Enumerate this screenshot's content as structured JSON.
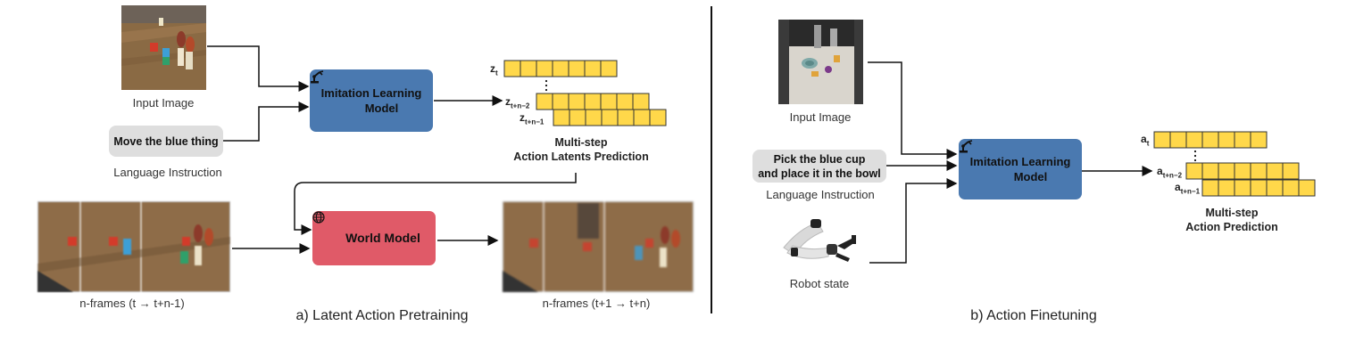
{
  "panel_a": {
    "input_image_label": "Input Image",
    "instruction_text": "Move the blue thing",
    "language_label": "Language Instruction",
    "model_line1": "Imitation Learning",
    "model_line2": "Model",
    "latent_row_top": "z",
    "latent_row_top_sub": "t",
    "latent_row_mid": "z",
    "latent_row_mid_sub": "t+n−2",
    "latent_row_bot": "z",
    "latent_row_bot_sub": "t+n−1",
    "latents_title_1": "Multi-step",
    "latents_title_2": "Action Latents Prediction",
    "world_model": "World Model",
    "frames_in_label": "n-frames (t → t+n-1)",
    "frames_out_label": "n-frames (t+1 → t+n)",
    "caption": "a) Latent Action Pretraining"
  },
  "panel_b": {
    "input_image_label": "Input Image",
    "instruction_line1": "Pick the blue cup",
    "instruction_line2": "and place it in the bowl",
    "language_label": "Language Instruction",
    "robot_state_label": "Robot state",
    "model_line1": "Imitation Learning",
    "model_line2": "Model",
    "action_row_top": "a",
    "action_row_top_sub": "t",
    "action_row_mid": "a",
    "action_row_mid_sub": "t+n−2",
    "action_row_bot": "a",
    "action_row_bot_sub": "t+n−1",
    "actions_title_1": "Multi-step",
    "actions_title_2": "Action Prediction",
    "caption": "b) Action Finetuning"
  },
  "colors": {
    "model_box": "#4a79b0",
    "world_model_box": "#e05a68",
    "cell_fill": "#ffd84a",
    "instruction_pill": "#dedede"
  },
  "icons": [
    "robot-arm-icon",
    "globe-icon"
  ]
}
